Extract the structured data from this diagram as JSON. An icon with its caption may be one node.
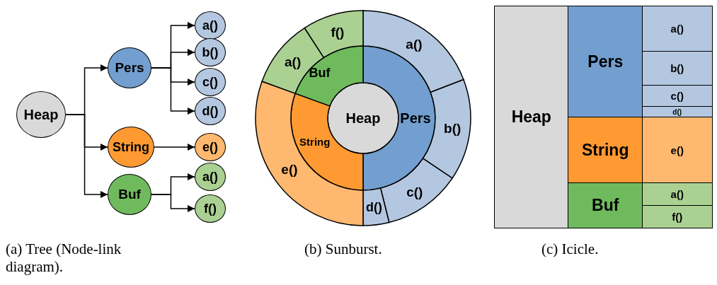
{
  "diagram": {
    "nodes": [
      {
        "text": [
          "Heap"
        ]
      },
      {
        "text": [
          "Pers"
        ]
      },
      {
        "text": [
          "String"
        ]
      },
      {
        "text": [
          "Buf"
        ]
      },
      {
        "text": [
          "a()"
        ]
      },
      {
        "text": [
          "b()"
        ]
      },
      {
        "text": [
          "c()"
        ]
      },
      {
        "text": [
          "d()"
        ]
      },
      {
        "text": [
          "e()"
        ]
      },
      {
        "text": [
          "a()"
        ]
      },
      {
        "text": [
          "f()"
        ]
      },
      {
        "text": [
          "Heap"
        ]
      },
      {
        "text": [
          "Pers"
        ]
      },
      {
        "text": [
          "String"
        ]
      },
      {
        "text": [
          "Buf"
        ]
      },
      {
        "text": [
          "a()"
        ]
      },
      {
        "text": [
          "b()"
        ]
      },
      {
        "text": [
          "c()"
        ]
      },
      {
        "text": [
          "d()"
        ]
      },
      {
        "text": [
          "e()"
        ]
      },
      {
        "text": [
          "a()"
        ]
      },
      {
        "text": [
          "f()"
        ]
      },
      {
        "text": [
          "Heap"
        ]
      },
      {
        "text": [
          "Pers"
        ]
      },
      {
        "text": [
          "String"
        ]
      },
      {
        "text": [
          "Buf"
        ]
      },
      {
        "text": [
          "a()"
        ]
      },
      {
        "text": [
          "b()"
        ]
      },
      {
        "text": [
          "c()"
        ]
      },
      {
        "text": [
          "d()"
        ]
      },
      {
        "text": [
          "e()"
        ]
      },
      {
        "text": [
          "a()"
        ]
      },
      {
        "text": [
          "f()"
        ]
      }
    ],
    "edges": [
      {
        "from": 0,
        "to": 1,
        "arrow": "to"
      },
      {
        "from": 0,
        "to": 2,
        "arrow": "to"
      },
      {
        "from": 0,
        "to": 3,
        "arrow": "to"
      },
      {
        "from": 1,
        "to": 4,
        "arrow": "to"
      },
      {
        "from": 1,
        "to": 5,
        "arrow": "to"
      },
      {
        "from": 1,
        "to": 6,
        "arrow": "to"
      },
      {
        "from": 1,
        "to": 7,
        "arrow": "to"
      },
      {
        "from": 2,
        "to": 8,
        "arrow": "to"
      },
      {
        "from": 3,
        "to": 9,
        "arrow": "to"
      },
      {
        "from": 3,
        "to": 10,
        "arrow": "to"
      }
    ],
    "labels": [
      "(a) Tree (Node-link diagram).",
      "(b) Sunburst.",
      "(c) Icicle."
    ]
  }
}
